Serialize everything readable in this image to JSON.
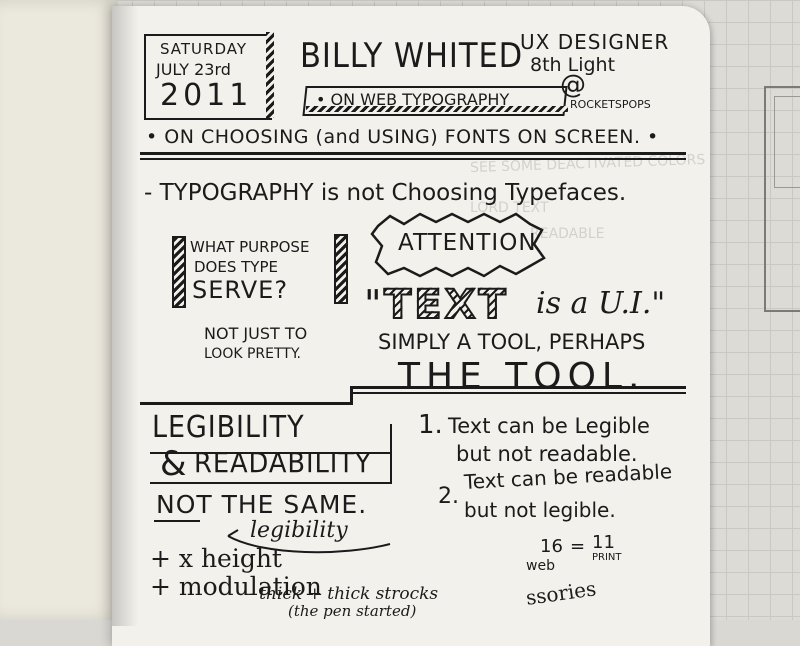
{
  "notes": {
    "date_day": "SATURDAY",
    "date_month": "JULY 23rd",
    "date_year": "2011",
    "speaker": "BILLY WHITED",
    "role_line1": "UX DESIGNER",
    "role_line2": "8th Light",
    "handle_at": "@",
    "handle": "ROCKETSPOPS",
    "banner": "• ON WEB TYPOGRAPHY",
    "subtitle": "• ON CHOOSING (and USING) FONTS ON SCREEN. •",
    "line_typography": "- TYPOGRAPHY is not Choosing Typefaces.",
    "purpose_q1": "WHAT PURPOSE",
    "purpose_q2": "DOES TYPE",
    "purpose_q3": "SERVE?",
    "not_pretty1": "NOT JUST TO",
    "not_pretty2": "LOOK PRETTY.",
    "attention": "ATTENTION",
    "text_ui_open": "\"",
    "text_word": "TEXT",
    "text_ui_rest": "is a U.I.\"",
    "simply": "SIMPLY A TOOL, PERHAPS",
    "the_tool": "THE TOOL.",
    "legibility": "LEGIBILITY",
    "amp": "&",
    "readability": "READABILITY",
    "point1_num": "1.",
    "point1_a": "Text can be Legible",
    "point1_b": "but not readable.",
    "not_same": "NOT THE SAME.",
    "point2_num": "2.",
    "point2_a": "Text can be readable",
    "point2_b": "but not legible.",
    "legibility_script": "legibility",
    "xheight": "+ x height",
    "modulation": "+ modulation",
    "thick_thin": "- thick + thick strocks",
    "pen_started": "(the pen started)",
    "web_16": "16",
    "equals": "=",
    "print_11": "11",
    "web_label": "web",
    "print_label": "PRINT",
    "accessories": "ssories"
  },
  "colors": {
    "paper": "#f2f0ea",
    "ink": "#1b1b1b",
    "background": "#d9d8d3",
    "left_page": "#ece9df"
  }
}
